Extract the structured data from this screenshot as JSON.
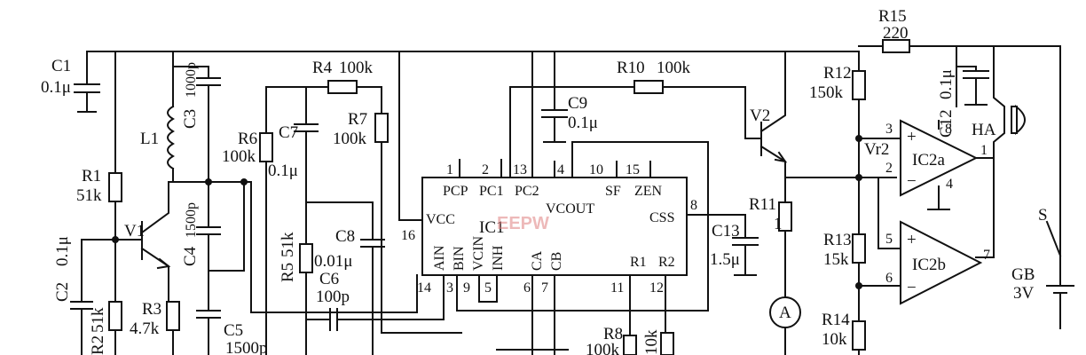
{
  "components": {
    "C1": {
      "ref": "C1",
      "value": "0.1μ"
    },
    "C2": {
      "ref": "C2",
      "value": "0.1μ"
    },
    "C3": {
      "ref": "C3",
      "value": "1000p"
    },
    "C4": {
      "ref": "C4",
      "value": "1500p"
    },
    "C5": {
      "ref": "C5",
      "value": "1500p"
    },
    "C6": {
      "ref": "C6",
      "value": "100p"
    },
    "C7": {
      "ref": "C7",
      "value": "0.1μ"
    },
    "C8": {
      "ref": "C8",
      "value": "0.01μ"
    },
    "C9": {
      "ref": "C9",
      "value": "0.1μ"
    },
    "C12": {
      "ref": "C12",
      "value": "0.1μ"
    },
    "C13": {
      "ref": "C13",
      "value": "1.5μ"
    },
    "R1": {
      "ref": "R1",
      "value": "51k"
    },
    "R2": {
      "ref": "R2",
      "value": "51k"
    },
    "R3": {
      "ref": "R3",
      "value": "4.7k"
    },
    "R4": {
      "ref": "R4",
      "value": "100k"
    },
    "R5": {
      "ref": "R5",
      "value": "51k"
    },
    "R6": {
      "ref": "R6",
      "value": "100k"
    },
    "R7": {
      "ref": "R7",
      "value": "100k"
    },
    "R8": {
      "ref": "R8",
      "value": "100k"
    },
    "R9": {
      "value": "10k"
    },
    "R10": {
      "ref": "R10",
      "value": "100k"
    },
    "R11": {
      "ref": "R11",
      "value": "1"
    },
    "R12": {
      "ref": "R12",
      "value": "150k"
    },
    "R13": {
      "ref": "R13",
      "value": "15k"
    },
    "R14": {
      "ref": "R14",
      "value": "10k"
    },
    "R15": {
      "ref": "R15",
      "value": "220"
    },
    "L1": {
      "ref": "L1"
    },
    "V1": {
      "ref": "V1"
    },
    "V2": {
      "ref": "V2"
    },
    "IC1": {
      "ref": "IC1"
    },
    "IC2a": {
      "ref": "IC2a"
    },
    "IC2b": {
      "ref": "IC2b"
    },
    "Vr2": {
      "ref": "Vr2"
    },
    "HA": {
      "ref": "HA"
    },
    "S": {
      "ref": "S"
    },
    "GB": {
      "ref": "GB",
      "value": "3V"
    },
    "meter": {
      "symbol": "A"
    }
  },
  "ic1_pins": {
    "PCP": "PCP",
    "PC1": "PC1",
    "PC2": "PC2",
    "VCOUT": "VCOUT",
    "SF": "SF",
    "ZEN": "ZEN",
    "VCC": "VCC",
    "CSS": "CSS",
    "AIN": "AIN",
    "BIN": "BIN",
    "VCIN": "VCIN",
    "INH": "INH",
    "CA": "CA",
    "CB": "CB",
    "R1": "R1",
    "R2": "R2",
    "n1": "1",
    "n2": "2",
    "n13": "13",
    "n4": "4",
    "n10": "10",
    "n15": "15",
    "n16": "16",
    "n8": "8",
    "n14": "14",
    "n3": "3",
    "n9": "9",
    "n5": "5",
    "n6": "6",
    "n7": "7",
    "n11": "11",
    "n12": "12"
  },
  "ic2_pins": {
    "a3": "3",
    "a2": "2",
    "a1": "1",
    "a8": "8",
    "a4": "4",
    "b5": "5",
    "b6": "6",
    "b7": "7",
    "plus": "+",
    "minus": "−"
  },
  "watermark": "EEPW"
}
